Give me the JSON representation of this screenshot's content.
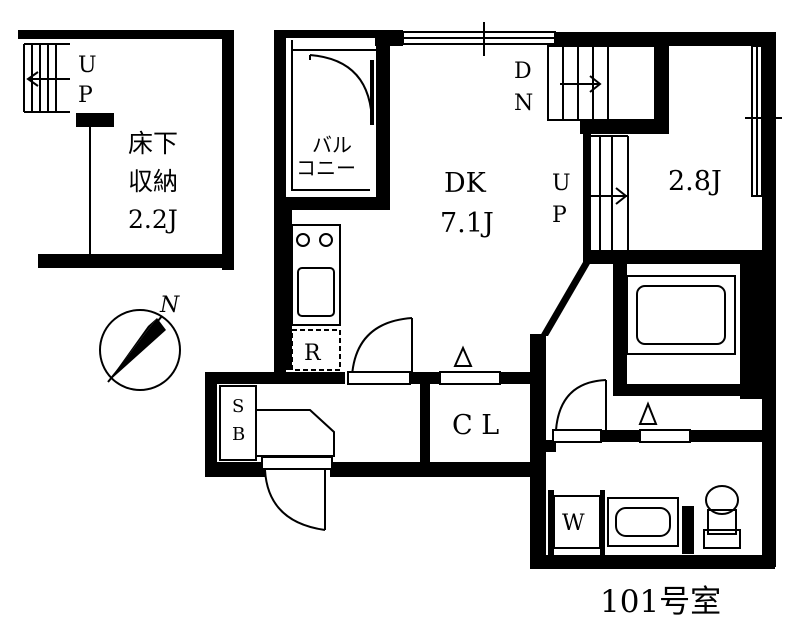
{
  "unit_label": "101号室",
  "north_label": "N",
  "rooms": {
    "storage": {
      "line1": "床下",
      "line2": "収納",
      "line3": "2.2J"
    },
    "dk": {
      "line1": "DK",
      "line2": "7.1J"
    },
    "room2": {
      "label": "2.8J"
    },
    "balcony": {
      "line1": "バル",
      "line2": "コニー"
    },
    "cl": {
      "label": "C L"
    },
    "sb": {
      "line1": "S",
      "line2": "B"
    },
    "washer": {
      "label": "W"
    },
    "fridge": {
      "label": "R"
    }
  },
  "stairs": {
    "storage_up": {
      "line1": "U",
      "line2": "P"
    },
    "top_down": {
      "line1": "D",
      "line2": "N"
    },
    "mid_up": {
      "line1": "U",
      "line2": "P"
    }
  }
}
